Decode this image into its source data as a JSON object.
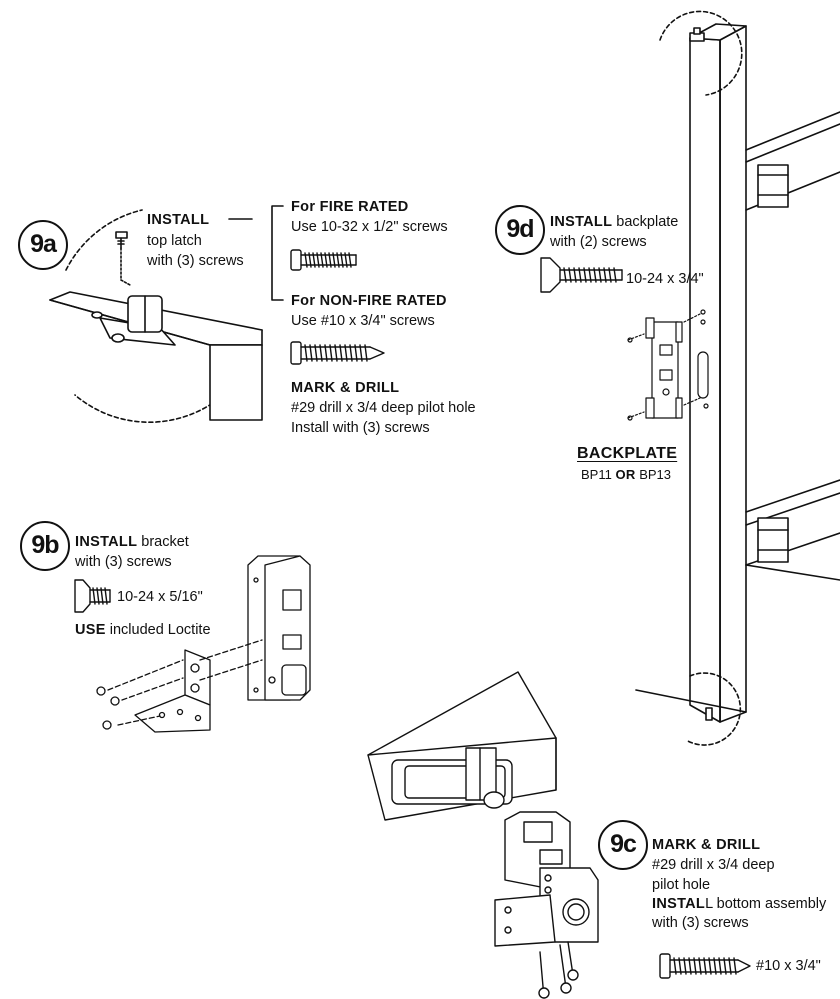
{
  "steps": {
    "s9a": {
      "badge": "9a",
      "install": "INSTALL",
      "install_rest_1": "top latch",
      "install_rest_2": "with (3) screws",
      "fire_rated_title": "For FIRE RATED",
      "fire_rated_text": "Use 10-32 x 1/2\" screws",
      "non_fire_rated_title": "For NON-FIRE RATED",
      "non_fire_rated_text": "Use #10 x 3/4\" screws",
      "mark_drill_title": "MARK & DRILL",
      "mark_drill_line1": "#29 drill x 3/4 deep pilot hole",
      "mark_drill_line2": "Install with (3) screws"
    },
    "s9b": {
      "badge": "9b",
      "install": "INSTALL",
      "install_rest": "bracket",
      "line2": "with (3) screws",
      "screw_label": "10-24 x 5/16\"",
      "use": "USE",
      "use_rest": "included Loctite"
    },
    "s9c": {
      "badge": "9c",
      "mark_drill_title": "MARK & DRILL",
      "line1": "#29 drill x 3/4 deep",
      "line2": "pilot hole",
      "install_bold": "INSTAL",
      "install_rest": "L bottom assembly",
      "line4": "with (3) screws",
      "screw_label": "#10 x 3/4\""
    },
    "s9d": {
      "badge": "9d",
      "install": "INSTALL",
      "install_rest": "backplate",
      "line2": "with (2) screws",
      "screw_label": "10-24 x 3/4\"",
      "backplate_title": "BACKPLATE",
      "bp_a": "BP11",
      "bp_or": "OR",
      "bp_b": "BP13"
    }
  }
}
